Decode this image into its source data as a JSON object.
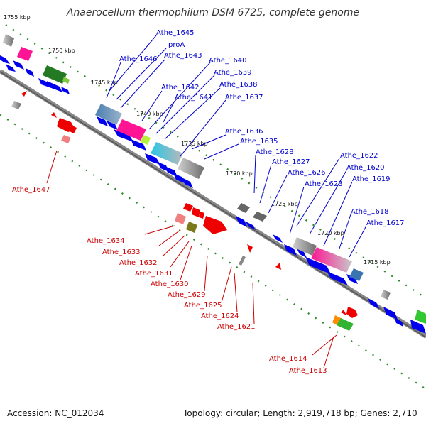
{
  "header": {
    "title": "Anaerocellum thermophilum DSM 6725, complete genome"
  },
  "footer": {
    "accession": "Accession: NC_012034",
    "topology": "Topology: circular; Length: 2,919,718 bp; Genes: 2,710"
  },
  "kbp_labels": [
    "1755 kbp",
    "1750 kbp",
    "1745 kbp",
    "1740 kbp",
    "1735 kbp",
    "1730 kbp",
    "1725 kbp",
    "1720 kbp",
    "1715 kbp"
  ],
  "genes_blue": [
    "Athe_1645",
    "proA",
    "Athe_1646",
    "Athe_1643",
    "Athe_1640",
    "Athe_1639",
    "Athe_1642",
    "Athe_1638",
    "Athe_1641",
    "Athe_1637",
    "Athe_1636",
    "Athe_1635",
    "Athe_1628",
    "Athe_1627",
    "Athe_1626",
    "Athe_1623",
    "Athe_1622",
    "Athe_1620",
    "Athe_1619",
    "Athe_1618",
    "Athe_1617"
  ],
  "genes_red": [
    "Athe_1647",
    "Athe_1634",
    "Athe_1633",
    "Athe_1632",
    "Athe_1631",
    "Athe_1630",
    "Athe_1629",
    "Athe_1625",
    "Athe_1624",
    "Athe_1621",
    "Athe_1614",
    "Athe_1613"
  ],
  "colors": {
    "forward_strand": "#0000ee",
    "reverse_strand": "#ee0000",
    "backbone": "#808080",
    "label_blue": "#0000cc",
    "label_red": "#cc0000",
    "tick_green": "#2a8a2a"
  }
}
